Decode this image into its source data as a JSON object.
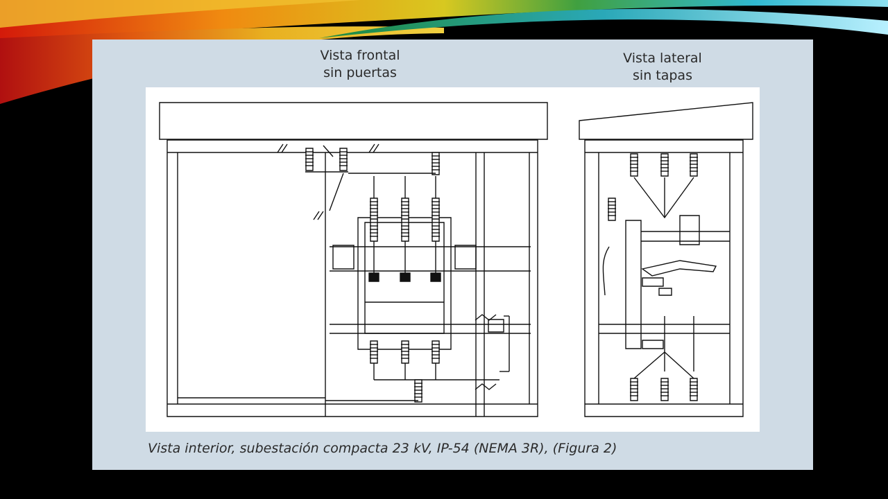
{
  "slide": {
    "view_front": "Vista frontal\nsin puertas",
    "view_side": "Vista lateral\nsin tapas",
    "caption": "Vista interior, subestación compacta 23 kV, IP-54 (NEMA 3R), (Figura 2)"
  },
  "colors": {
    "background": "#000000",
    "panel": "#cfdbe5",
    "diagram_background": "#ffffff",
    "line": "#111111"
  },
  "icons": [
    "insulator-icon",
    "cable-break-icon"
  ]
}
